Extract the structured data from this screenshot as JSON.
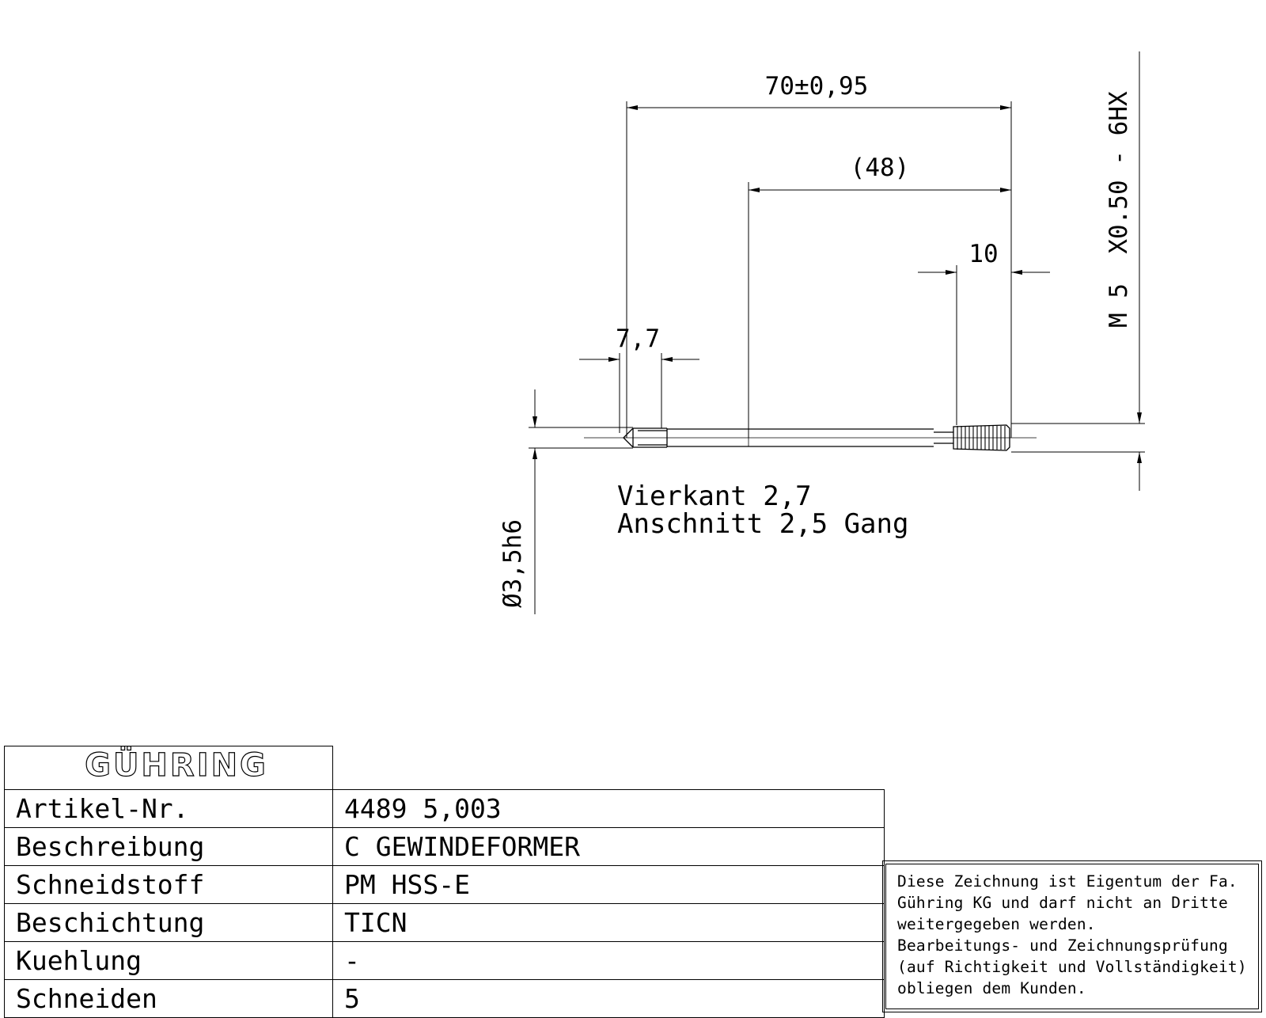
{
  "drawing": {
    "dimensions": {
      "overall_length": "70±0,95",
      "shank_length": "(48)",
      "thread_length": "10",
      "square_length": "7,7",
      "shank_diameter": "Ø3,5h6",
      "thread_spec": "M 5  X0.50 - 6HX"
    },
    "notes": {
      "square": "Vierkant 2,7",
      "chamfer": "Anschnitt 2,5 Gang"
    }
  },
  "title_block": {
    "logo": "GÜHRING",
    "rows": [
      {
        "label": "Artikel-Nr.",
        "value": "4489 5,003"
      },
      {
        "label": "Beschreibung",
        "value": "C GEWINDEFORMER"
      },
      {
        "label": "Schneidstoff",
        "value": "PM HSS-E"
      },
      {
        "label": "Beschichtung",
        "value": "TICN"
      },
      {
        "label": "Kuehlung",
        "value": "-"
      },
      {
        "label": "Schneiden",
        "value": "5"
      }
    ]
  },
  "notice": {
    "lines": [
      "Diese Zeichnung ist Eigentum der Fa.",
      "Gühring KG und darf nicht an Dritte",
      "weitergegeben werden.",
      "Bearbeitungs- und Zeichnungsprüfung",
      "(auf Richtigkeit und Vollständigkeit)",
      "obliegen dem Kunden."
    ]
  }
}
